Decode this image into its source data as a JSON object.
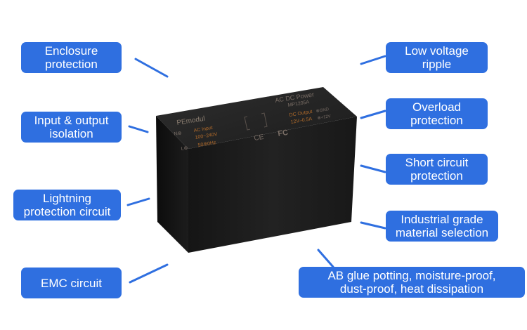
{
  "callouts": {
    "enclosure": "Enclosure\nprotection",
    "isolation": "Input & output\nisolation",
    "lightning": "Lightning\nprotection circuit",
    "emc": "EMC circuit",
    "ripple": "Low voltage\nripple",
    "overload": "Overload\nprotection",
    "short_circuit": "Short circuit\nprotection",
    "industrial": "Industrial grade\nmaterial selection",
    "ab_glue": "AB glue potting, moisture-proof,\ndust-proof, heat dissipation"
  },
  "module_label": {
    "brand": "PEmodul",
    "title": "AC DC Power",
    "model": "MP1205A",
    "ac_input": "AC Input",
    "voltage_range": "100~240V",
    "frequency": "50/60Hz",
    "dc_output": "DC Output",
    "dc_value": "12V–0.5A",
    "pin_n": "N⊗",
    "pin_l": "L⊗",
    "gnd": "⊗GND",
    "plus": "⊗+12V",
    "ce_mark": "CE",
    "fc_mark": "FC"
  },
  "colors": {
    "callout_bg": "#2f6fe0",
    "leader_line": "#2f6fe0",
    "module_dark": "#1a1a1a"
  }
}
